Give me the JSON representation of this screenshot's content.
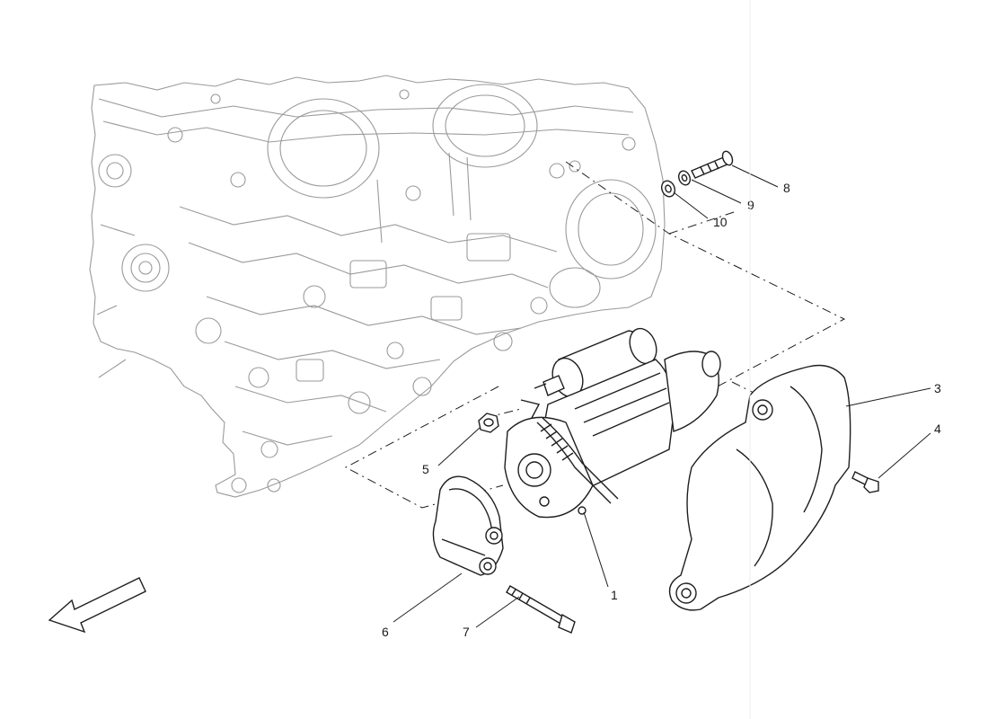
{
  "diagram": {
    "callouts": [
      {
        "id": "1",
        "label": "1"
      },
      {
        "id": "3",
        "label": "3"
      },
      {
        "id": "4",
        "label": "4"
      },
      {
        "id": "5",
        "label": "5"
      },
      {
        "id": "6",
        "label": "6"
      },
      {
        "id": "7",
        "label": "7"
      },
      {
        "id": "8",
        "label": "8"
      },
      {
        "id": "9",
        "label": "9"
      },
      {
        "id": "10",
        "label": "10"
      }
    ],
    "parts": [
      {
        "id": "1",
        "name": "starter-motor"
      },
      {
        "id": "3",
        "name": "starter-heat-shield"
      },
      {
        "id": "4",
        "name": "shield-screw"
      },
      {
        "id": "5",
        "name": "nut"
      },
      {
        "id": "6",
        "name": "starter-support-bracket"
      },
      {
        "id": "7",
        "name": "long-bolt"
      },
      {
        "id": "8",
        "name": "mounting-bolt"
      },
      {
        "id": "9",
        "name": "washer"
      },
      {
        "id": "10",
        "name": "spacer-washer"
      }
    ],
    "orientation_icon": "front-direction-arrow-icon",
    "colors": {
      "background": "#ffffff",
      "engine_line": "#9a9a9a",
      "part_line": "#1e1e1e"
    }
  }
}
